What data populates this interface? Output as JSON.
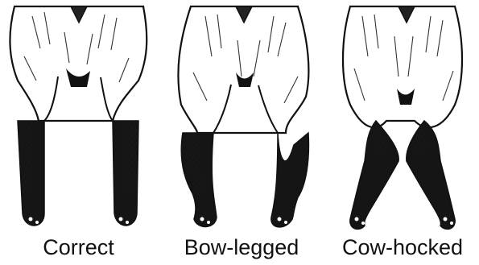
{
  "figure": {
    "panels": [
      {
        "label": "Correct"
      },
      {
        "label": "Bow-legged"
      },
      {
        "label": "Cow-hocked"
      }
    ]
  }
}
